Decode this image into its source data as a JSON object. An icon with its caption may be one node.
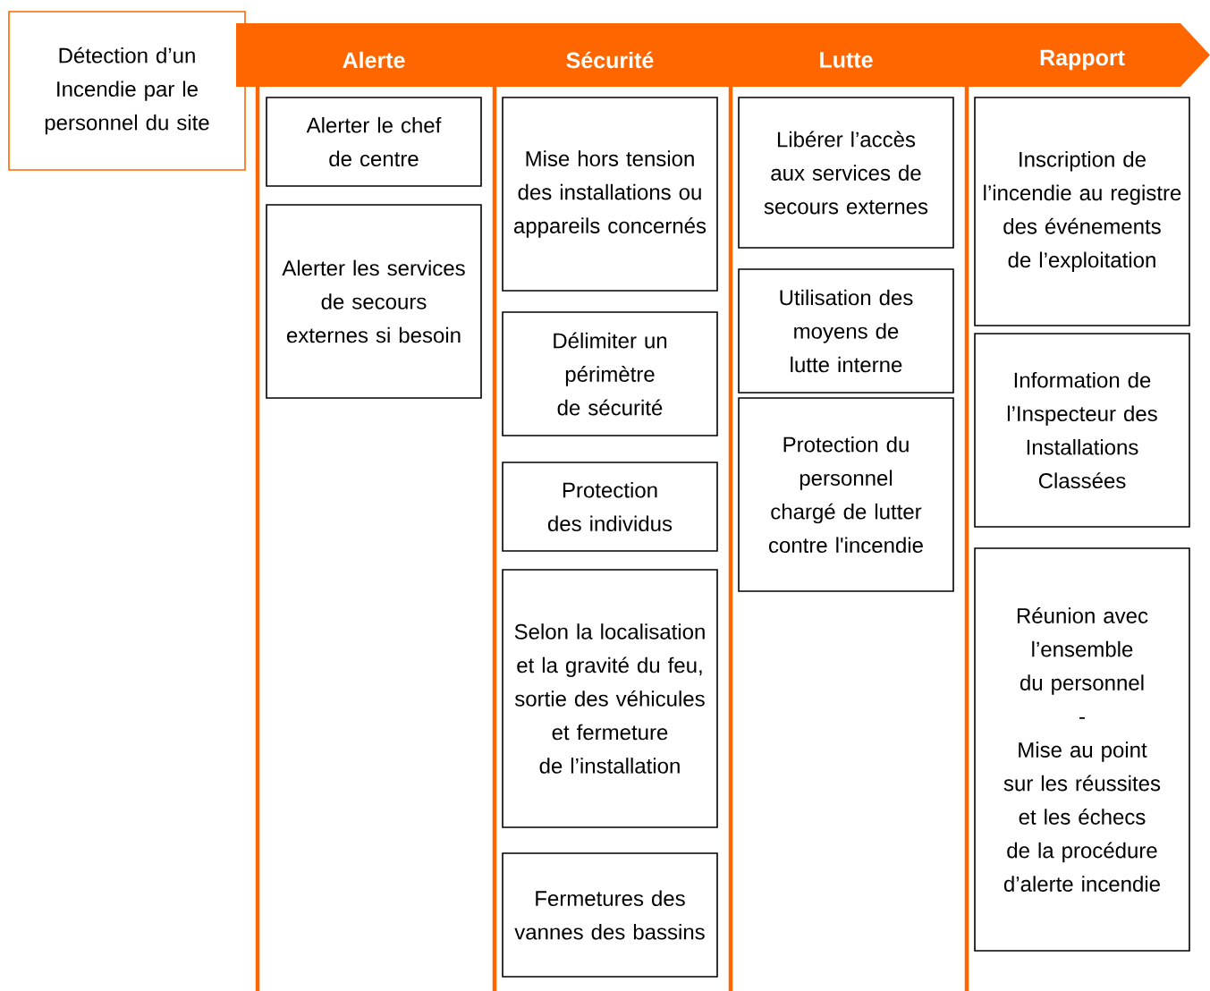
{
  "diagram": {
    "nodes": [
      {
        "text": [
          "Détection d’un Incendie par le personnel du site"
        ]
      },
      {
        "text": [
          "Alerte",
          "Sécurité",
          "Lutte",
          "Rapport"
        ]
      },
      {
        "text": [
          "Alerter le chef de centre"
        ]
      },
      {
        "text": [
          "Alerter les services de secours externes si besoin"
        ]
      },
      {
        "text": [
          "Mise hors tension des installations ou appareils concernés"
        ]
      },
      {
        "text": [
          "Délimiter un périmètre de sécurité"
        ]
      },
      {
        "text": [
          "Protection des individus"
        ]
      },
      {
        "text": [
          "Selon la localisation et la gravité du feu, sortie des véhicules et fermeture de l’installation"
        ]
      },
      {
        "text": [
          "Fermetures des vannes des bassins"
        ]
      },
      {
        "text": [
          "Libérer l’accès aux services de secours externes"
        ]
      },
      {
        "text": [
          "Utilisation des moyens de lutte interne"
        ]
      },
      {
        "text": [
          "Protection du personnel chargé de lutter contre l'incendie"
        ]
      },
      {
        "text": [
          "Inscription de l’incendie au registre des événements de l’exploitation"
        ]
      },
      {
        "text": [
          "Information de l’Inspecteur des Installations Classées"
        ]
      },
      {
        "text": [
          "Réunion avec l’ensemble du personnel",
          "-",
          "Mise au point sur les réussites et les échecs de la procédure d’alerte incendie"
        ]
      }
    ]
  }
}
